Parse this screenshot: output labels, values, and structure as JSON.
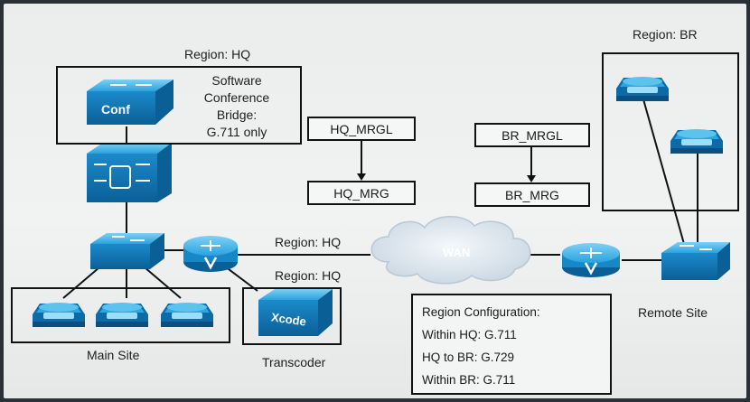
{
  "regions": {
    "hq_title": "Region: HQ",
    "br_title": "Region: BR",
    "link_upper": "Region: HQ",
    "link_lower": "Region: HQ"
  },
  "conference": {
    "icon_text": "Conf",
    "lines": [
      "Software",
      "Conference",
      "Bridge:",
      "G.711 only"
    ]
  },
  "media": {
    "hq_mrgl": "HQ_MRGL",
    "hq_mrg": "HQ_MRG",
    "br_mrgl": "BR_MRGL",
    "br_mrg": "BR_MRG"
  },
  "wan_label": "WAN",
  "sites": {
    "main": "Main Site",
    "transcoder": "Transcoder",
    "transcoder_icon_text": "Xcode",
    "remote": "Remote Site"
  },
  "region_config": {
    "title": "Region Configuration:",
    "lines": [
      "Within HQ: G.711",
      "HQ to BR: G.729",
      "Within BR: G.711"
    ]
  },
  "colors": {
    "device_blue": "#1f8fd0",
    "device_dark": "#0b5f97",
    "cloud": "#d9e4ee"
  },
  "icons": [
    "conference-bridge-icon",
    "call-manager-server-icon",
    "switch-icon",
    "router-icon",
    "ip-phone-icon",
    "transcoder-icon",
    "wan-cloud-icon"
  ]
}
